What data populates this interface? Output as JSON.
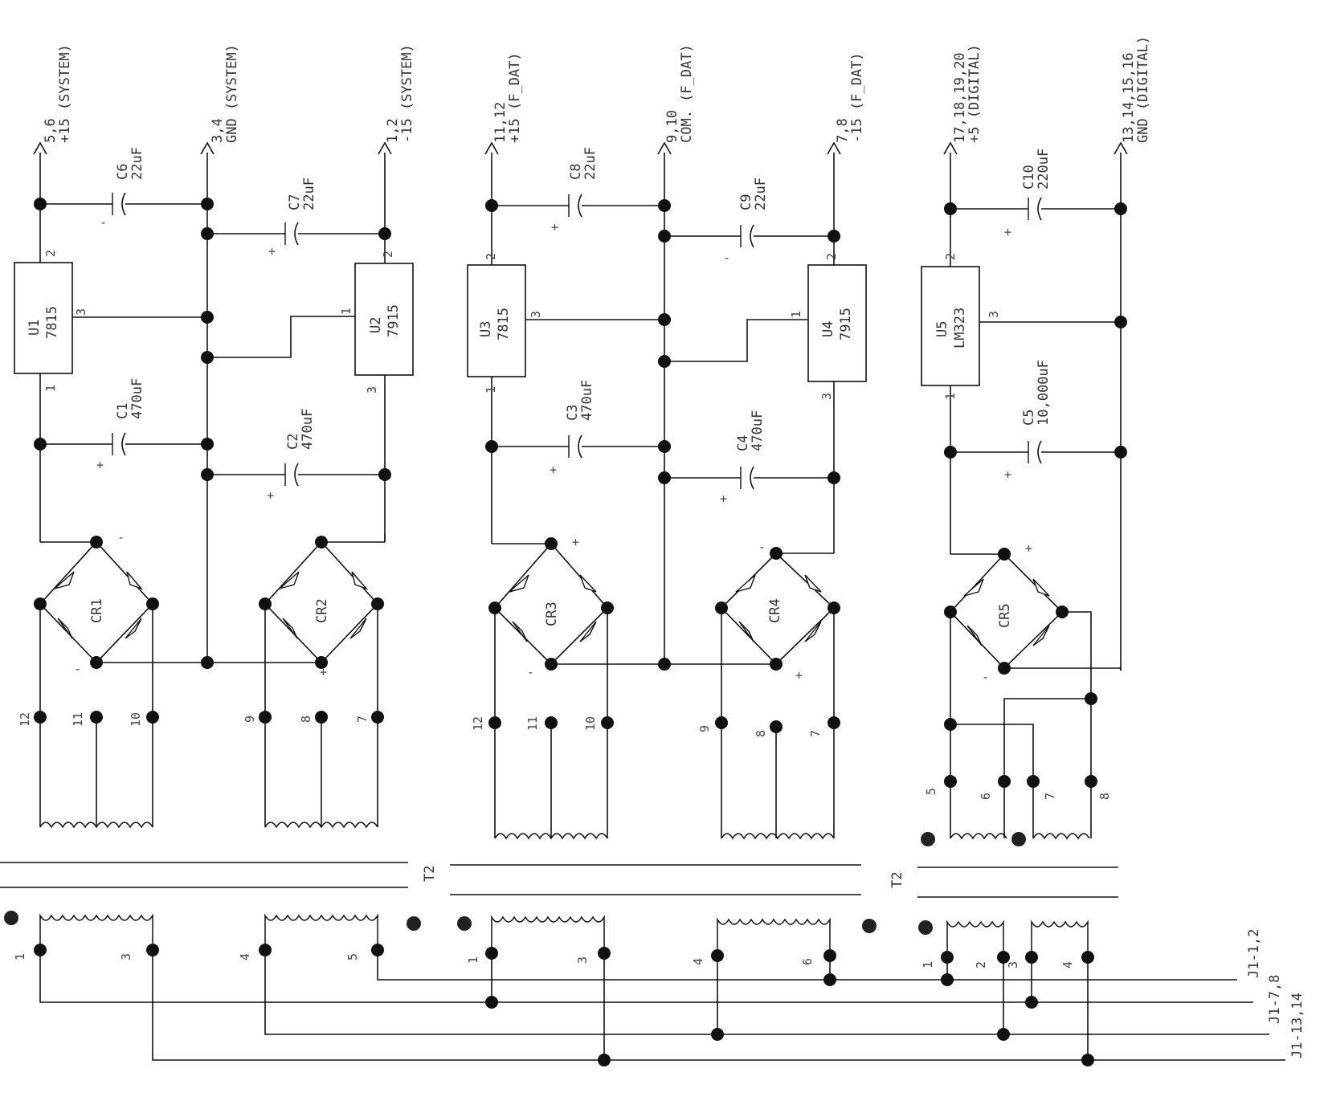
{
  "outputs": {
    "o1_pins": "5,6",
    "o1_net": "+15 (SYSTEM)",
    "o2_pins": "3,4",
    "o2_net": "GND (SYSTEM)",
    "o3_pins": "1,2",
    "o3_net": "-15 (SYSTEM)",
    "o4_pins": "11,12",
    "o4_net": "+15 (F_DAT)",
    "o5_pins": "9,10",
    "o5_net": "COM. (F_DAT)",
    "o6_pins": "7,8",
    "o6_net": "-15 (F_DAT)",
    "o7_pins": "17,18,19,20",
    "o7_net": "+5 (DIGITAL)",
    "o8_pins": "13,14,15,16",
    "o8_net": "GND (DIGITAL)"
  },
  "capacitors": {
    "c6": "C6",
    "c6v": "22uF",
    "c7": "C7",
    "c7v": "22uF",
    "c8": "C8",
    "c8v": "22uF",
    "c9": "C9",
    "c9v": "22uF",
    "c10": "C10",
    "c10v": "220uF",
    "c1": "C1",
    "c1v": "470uF",
    "c2": "C2",
    "c2v": "470uF",
    "c3": "C3",
    "c3v": "470uF",
    "c4": "C4",
    "c4v": "470uF",
    "c5": "C5",
    "c5v": "10,000uF"
  },
  "regulators": {
    "u1": "U1",
    "u1p": "7815",
    "u2": "U2",
    "u2p": "7915",
    "u3": "U3",
    "u3p": "7815",
    "u4": "U4",
    "u4p": "7915",
    "u5": "U5",
    "u5p": "LM323"
  },
  "bridges": {
    "cr1": "CR1",
    "cr2": "CR2",
    "cr3": "CR3",
    "cr4": "CR4",
    "cr5": "CR5"
  },
  "transformers": {
    "t1": "T2",
    "t2": "T2"
  },
  "connectors": {
    "j1": "J1-1,2",
    "j2": "J1-7,8",
    "j3": "J1-13,14"
  },
  "pin_numbers": {
    "s12": "12",
    "s11": "11",
    "s10": "10",
    "s9": "9",
    "s8": "8",
    "s7": "7",
    "s5": "5",
    "s6": "6",
    "s8b": "8",
    "p1": "1",
    "p2": "2",
    "p3": "3",
    "p4": "4",
    "p5": "5",
    "p6": "6"
  },
  "polarity": {
    "plus": "+",
    "minus": "-"
  }
}
